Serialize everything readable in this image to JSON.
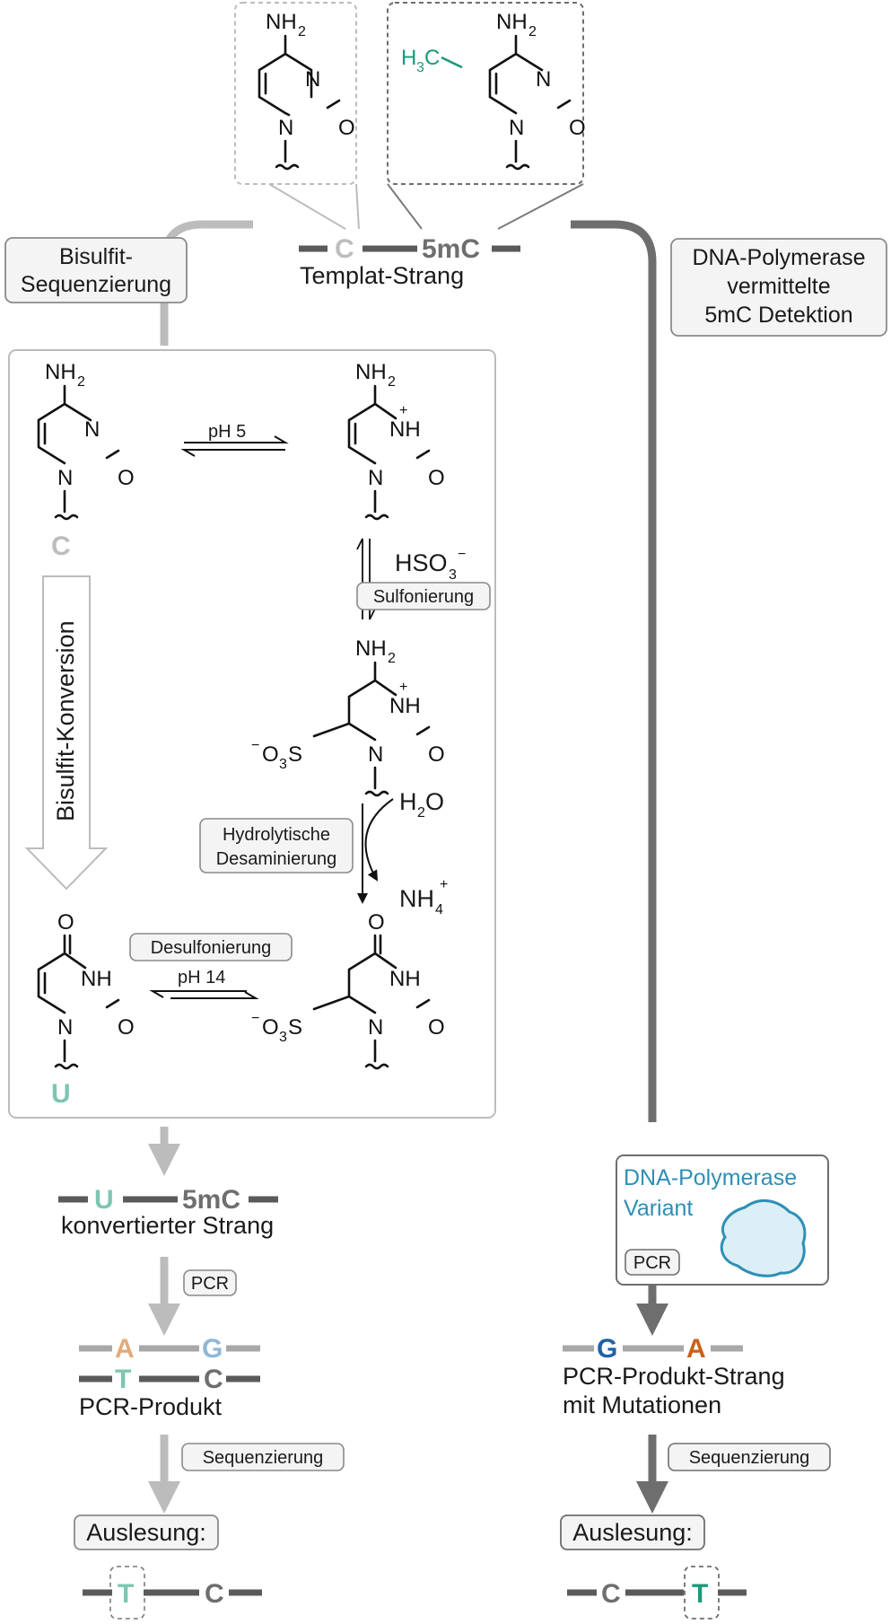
{
  "colors": {
    "strand_dark": "#5a5a5a",
    "strand_light": "#a8a8a8",
    "c_grey": "#bdbdbd",
    "methyl_green": "#1a9a7a",
    "u_teal": "#7cc6b1",
    "a_orange": "#e3aa7a",
    "g_lightblue": "#8fb7d8",
    "g_darkblue": "#1f63a3",
    "a_darkorange": "#c9611b",
    "polymerase_blue": "#2e8fb5",
    "blob_fill": "#dceef6"
  },
  "top": {
    "nh2": "NH",
    "h3c_h": "H",
    "h3c_c": "C",
    "n": "N",
    "o": "O",
    "template_c": "C",
    "template_5mc": "5mC",
    "template_label": "Templat-Strang"
  },
  "left_label": {
    "line1": "Bisulfit-",
    "line2": "Sequenzierung"
  },
  "right_label": {
    "line1": "DNA-Polymerase",
    "line2": "vermittelte",
    "line3": "5mC Detektion"
  },
  "mechanism": {
    "ph5": "pH 5",
    "c_label": "C",
    "hso3": "HSO",
    "sulfonierung": "Sulfonierung",
    "so3": "O",
    "so3_s": "S",
    "h2o": "H",
    "h2o_o": "O",
    "hydro_line1": "Hydrolytische",
    "hydro_line2": "Desaminierung",
    "nh4": "NH",
    "desulfonierung": "Desulfonierung",
    "ph14": "pH 14",
    "nh": "NH",
    "u_label": "U",
    "conversion": "Bisulfit-Konversion"
  },
  "left_flow": {
    "u": "U",
    "five_mc": "5mC",
    "converted": "konvertierter Strang",
    "pcr": "PCR",
    "a": "A",
    "g": "G",
    "t": "T",
    "c": "C",
    "pcr_product": "PCR-Produkt",
    "sequencing": "Sequenzierung",
    "readout": "Auslesung:",
    "read_t": "T",
    "read_c": "C"
  },
  "right_flow": {
    "poly_line1": "DNA-Polymerase",
    "poly_line2": "Variant",
    "pcr": "PCR",
    "g": "G",
    "a": "A",
    "product_line1": "PCR-Produkt-Strang",
    "product_line2": "mit Mutationen",
    "sequencing": "Sequenzierung",
    "readout": "Auslesung:",
    "read_c": "C",
    "read_t": "T"
  }
}
